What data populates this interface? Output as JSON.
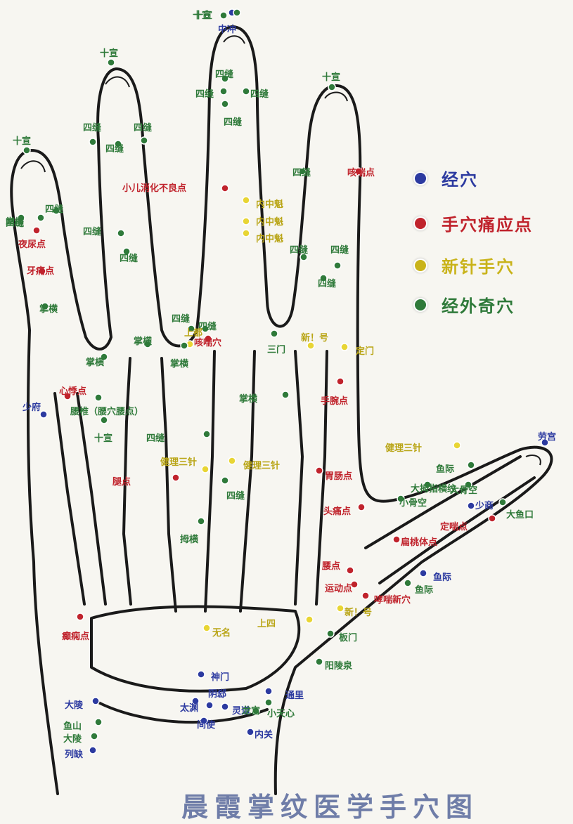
{
  "title": "晨霞掌纹医学手穴图",
  "legend": [
    {
      "label": "经穴",
      "color": "#2c3aa0"
    },
    {
      "label": "手穴痛应点",
      "color": "#c0232c"
    },
    {
      "label": "新针手穴",
      "color": "#c9b31a"
    },
    {
      "label": "经外奇穴",
      "color": "#2f7a3a"
    }
  ],
  "points": [
    {
      "label": "十宣",
      "cat": "green"
    },
    {
      "label": "中冲",
      "cat": "blue"
    },
    {
      "label": "夜尿点",
      "cat": "red"
    },
    {
      "label": "十宣",
      "cat": "green"
    },
    {
      "label": "十宣",
      "cat": "green"
    },
    {
      "label": "十宣",
      "cat": "green"
    },
    {
      "label": "十宣",
      "cat": "green"
    },
    {
      "label": "四缝",
      "cat": "green"
    },
    {
      "label": "四缝",
      "cat": "green"
    },
    {
      "label": "四缝",
      "cat": "green"
    },
    {
      "label": "四缝",
      "cat": "green"
    },
    {
      "label": "四缝",
      "cat": "green"
    },
    {
      "label": "四缝",
      "cat": "green"
    },
    {
      "label": "四缝",
      "cat": "green"
    },
    {
      "label": "四缝",
      "cat": "green"
    },
    {
      "label": "四缝",
      "cat": "green"
    },
    {
      "label": "四缝",
      "cat": "green"
    },
    {
      "label": "小儿消化不良点",
      "cat": "red"
    },
    {
      "label": "内中魁",
      "cat": "yellow"
    },
    {
      "label": "内中魁",
      "cat": "yellow"
    },
    {
      "label": "内中魁",
      "cat": "yellow"
    },
    {
      "label": "四缝",
      "cat": "green"
    },
    {
      "label": "咳喘点",
      "cat": "red"
    },
    {
      "label": "四缝",
      "cat": "green"
    },
    {
      "label": "四缝",
      "cat": "green"
    },
    {
      "label": "四缝",
      "cat": "green"
    },
    {
      "label": "四缝",
      "cat": "green"
    },
    {
      "label": "四缝",
      "cat": "green"
    },
    {
      "label": "四缝",
      "cat": "green"
    },
    {
      "label": "牙痛点",
      "cat": "red"
    },
    {
      "label": "掌横",
      "cat": "green"
    },
    {
      "label": "掌横",
      "cat": "green"
    },
    {
      "label": "掌横",
      "cat": "green"
    },
    {
      "label": "掌横",
      "cat": "green"
    },
    {
      "label": "上都",
      "cat": "yellow"
    },
    {
      "label": "三门",
      "cat": "green"
    },
    {
      "label": "定门",
      "cat": "yellow"
    },
    {
      "label": "掌横",
      "cat": "green"
    },
    {
      "label": "咳喘穴",
      "cat": "red"
    },
    {
      "label": "新！号",
      "cat": "yellow"
    },
    {
      "label": "掌横",
      "cat": "green"
    },
    {
      "label": "手腕点",
      "cat": "red"
    },
    {
      "label": "心悸点",
      "cat": "red"
    },
    {
      "label": "少府",
      "cat": "blue"
    },
    {
      "label": "腰椎（腰穴腰点）",
      "cat": "green"
    },
    {
      "label": "十宣",
      "cat": "green"
    },
    {
      "label": "健理三针",
      "cat": "yellow"
    },
    {
      "label": "劳宫",
      "cat": "blue"
    },
    {
      "label": "四缝",
      "cat": "green"
    },
    {
      "label": "健理三针",
      "cat": "yellow"
    },
    {
      "label": "鱼际",
      "cat": "green"
    },
    {
      "label": "健理三针",
      "cat": "yellow"
    },
    {
      "label": "胃肠点",
      "cat": "red"
    },
    {
      "label": "腿点",
      "cat": "red"
    },
    {
      "label": "四缝",
      "cat": "green"
    },
    {
      "label": "大拇指横纹",
      "cat": "green"
    },
    {
      "label": "大骨空",
      "cat": "green"
    },
    {
      "label": "小骨空",
      "cat": "green"
    },
    {
      "label": "少商",
      "cat": "blue"
    },
    {
      "label": "大鱼口",
      "cat": "green"
    },
    {
      "label": "头痛点",
      "cat": "red"
    },
    {
      "label": "定喘点",
      "cat": "red"
    },
    {
      "label": "拇横",
      "cat": "green"
    },
    {
      "label": "扁桃体点",
      "cat": "red"
    },
    {
      "label": "腰点",
      "cat": "red"
    },
    {
      "label": "鱼际",
      "cat": "blue"
    },
    {
      "label": "运动点",
      "cat": "red"
    },
    {
      "label": "鱼际",
      "cat": "green"
    },
    {
      "label": "哮喘新穴",
      "cat": "red"
    },
    {
      "label": "新！号",
      "cat": "yellow"
    },
    {
      "label": "癫痫点",
      "cat": "red"
    },
    {
      "label": "上四",
      "cat": "yellow"
    },
    {
      "label": "板门",
      "cat": "green"
    },
    {
      "label": "无名",
      "cat": "yellow"
    },
    {
      "label": "阳陵泉",
      "cat": "green"
    },
    {
      "label": "神门",
      "cat": "blue"
    },
    {
      "label": "大陵",
      "cat": "blue"
    },
    {
      "label": "小天心",
      "cat": "green"
    },
    {
      "label": "阴郄",
      "cat": "blue"
    },
    {
      "label": "鱼山",
      "cat": "green"
    },
    {
      "label": "通里",
      "cat": "blue"
    },
    {
      "label": "大陵",
      "cat": "green"
    },
    {
      "label": "太渊",
      "cat": "blue"
    },
    {
      "label": "灵道",
      "cat": "blue"
    },
    {
      "label": "列缺",
      "cat": "blue"
    },
    {
      "label": "龙宫",
      "cat": "green"
    },
    {
      "label": "间使",
      "cat": "blue"
    },
    {
      "label": "内关",
      "cat": "blue"
    }
  ]
}
